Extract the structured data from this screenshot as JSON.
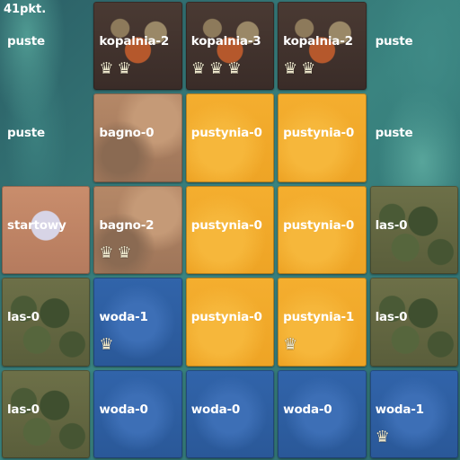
{
  "score": "41pkt.",
  "rows": [
    [
      {
        "label": "puste",
        "terrain": "empty",
        "crowns": 0
      },
      {
        "label": "kopalnia-2",
        "terrain": "mine",
        "crowns": 2
      },
      {
        "label": "kopalnia-3",
        "terrain": "mine",
        "crowns": 3
      },
      {
        "label": "kopalnia-2",
        "terrain": "mine",
        "crowns": 2
      },
      {
        "label": "puste",
        "terrain": "empty",
        "crowns": 0
      }
    ],
    [
      {
        "label": "puste",
        "terrain": "empty",
        "crowns": 0
      },
      {
        "label": "bagno-0",
        "terrain": "swamp",
        "crowns": 0
      },
      {
        "label": "pustynia-0",
        "terrain": "desert",
        "crowns": 0
      },
      {
        "label": "pustynia-0",
        "terrain": "desert",
        "crowns": 0
      },
      {
        "label": "puste",
        "terrain": "empty",
        "crowns": 0
      }
    ],
    [
      {
        "label": "startowy",
        "terrain": "start",
        "crowns": 0
      },
      {
        "label": "bagno-2",
        "terrain": "swamp",
        "crowns": 2
      },
      {
        "label": "pustynia-0",
        "terrain": "desert",
        "crowns": 0
      },
      {
        "label": "pustynia-0",
        "terrain": "desert",
        "crowns": 0
      },
      {
        "label": "las-0",
        "terrain": "forest",
        "crowns": 0
      }
    ],
    [
      {
        "label": "las-0",
        "terrain": "forest",
        "crowns": 0
      },
      {
        "label": "woda-1",
        "terrain": "water",
        "crowns": 1
      },
      {
        "label": "pustynia-0",
        "terrain": "desert",
        "crowns": 0
      },
      {
        "label": "pustynia-1",
        "terrain": "desert",
        "crowns": 1
      },
      {
        "label": "las-0",
        "terrain": "forest",
        "crowns": 0
      }
    ],
    [
      {
        "label": "las-0",
        "terrain": "forest",
        "crowns": 0
      },
      {
        "label": "woda-0",
        "terrain": "water",
        "crowns": 0
      },
      {
        "label": "woda-0",
        "terrain": "water",
        "crowns": 0
      },
      {
        "label": "woda-0",
        "terrain": "water",
        "crowns": 0
      },
      {
        "label": "woda-1",
        "terrain": "water",
        "crowns": 1
      }
    ]
  ]
}
